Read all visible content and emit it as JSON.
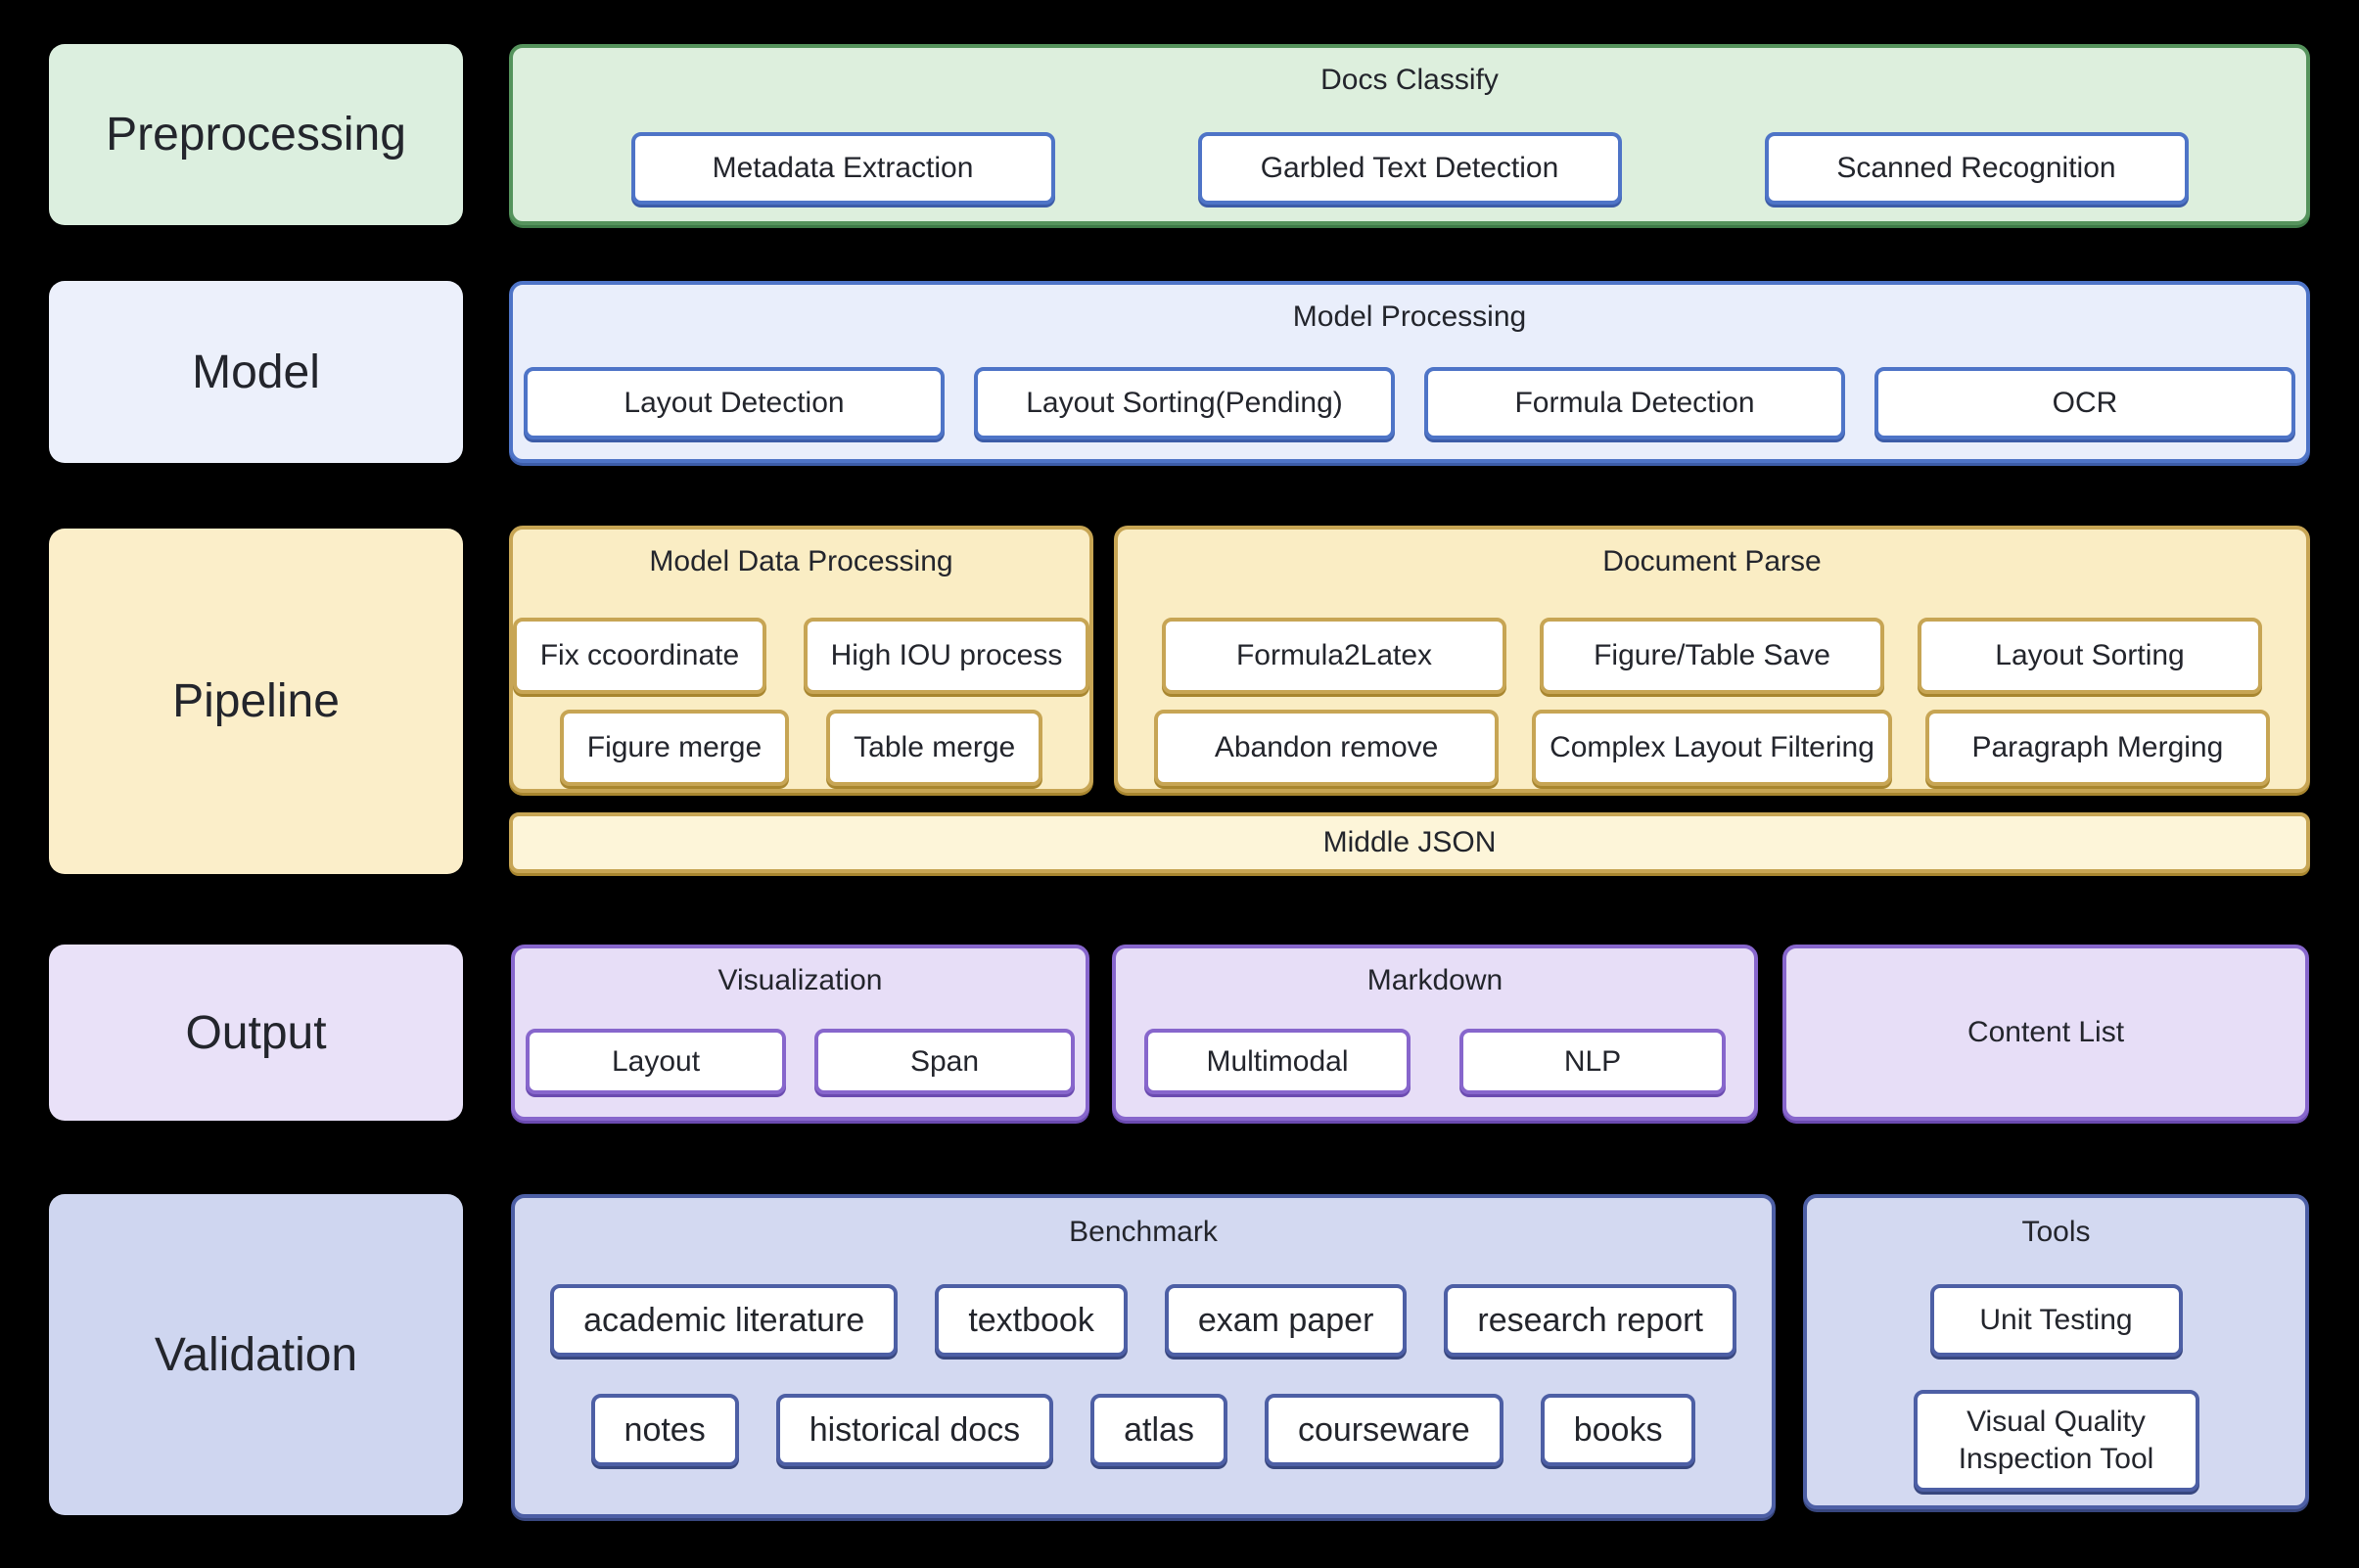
{
  "diagram": {
    "rows": {
      "preprocessing": {
        "label": "Preprocessing",
        "docs_classify": {
          "title": "Docs Classify",
          "items": [
            "Metadata Extraction",
            "Garbled Text Detection",
            "Scanned Recognition"
          ]
        }
      },
      "model": {
        "label": "Model",
        "model_processing": {
          "title": "Model Processing",
          "items": [
            "Layout Detection",
            "Layout Sorting(Pending)",
            "Formula Detection",
            "OCR"
          ]
        }
      },
      "pipeline": {
        "label": "Pipeline",
        "model_data_processing": {
          "title": "Model Data Processing",
          "row1": [
            "Fix ccoordinate",
            "High IOU process"
          ],
          "row2": [
            "Figure merge",
            "Table merge"
          ]
        },
        "document_parse": {
          "title": "Document Parse",
          "row1": [
            "Formula2Latex",
            "Figure/Table Save",
            "Layout Sorting"
          ],
          "row2": [
            "Abandon remove",
            "Complex Layout Filtering",
            "Paragraph Merging"
          ]
        },
        "middle_json": "Middle JSON"
      },
      "output": {
        "label": "Output",
        "visualization": {
          "title": "Visualization",
          "items": [
            "Layout",
            "Span"
          ]
        },
        "markdown": {
          "title": "Markdown",
          "items": [
            "Multimodal",
            "NLP"
          ]
        },
        "content_list": {
          "title": "Content List"
        }
      },
      "validation": {
        "label": "Validation",
        "benchmark": {
          "title": "Benchmark",
          "row1": [
            "academic literature",
            "textbook",
            "exam paper",
            "research report"
          ],
          "row2": [
            "notes",
            "historical docs",
            "atlas",
            "courseware",
            "books"
          ]
        },
        "tools": {
          "title": "Tools",
          "items": [
            "Unit Testing",
            "Visual Quality Inspection Tool"
          ]
        }
      }
    },
    "colors": {
      "background": "#000000",
      "text": "#23252c",
      "green_fill": "#ddefdd",
      "green_border": "#55935c",
      "blue_fill": "#e9eefb",
      "blue_border": "#4e74c7",
      "yellow_fill": "#faedc4",
      "yellow_border": "#c7a554",
      "yellow_bar_fill": "#fdf5d9",
      "purple_fill": "#e7def7",
      "purple_border": "#8766cc",
      "periwinkle_fill": "#d3d9f1",
      "periwinkle_border": "#4d5fa5"
    }
  }
}
